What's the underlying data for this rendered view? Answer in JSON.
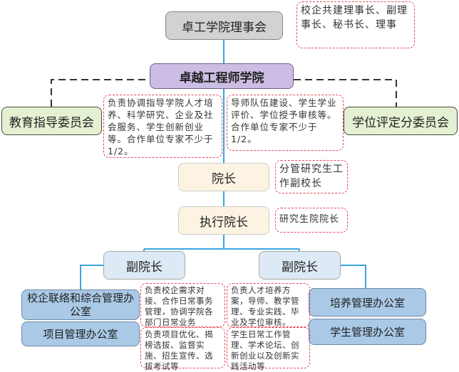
{
  "board": "卓工学院理事会",
  "board_note": "校企共建理事长、副理事长、秘书长、理事",
  "college": "卓越工程师学院",
  "left_committee": "教育指导委员会",
  "left_committee_note": "负责协调指导学院人才培养、科学研究、企业及社会服务、学生创新创业等。合作单位专家不少于1/2。",
  "right_committee": "学位评定分委员会",
  "right_committee_note": "导师队伍建设、学生学业评价、学位授予审核等。合作单位专家不少于1/2。",
  "dean": "院长",
  "dean_note": "分管研究生工作副校长",
  "exec_dean": "执行院长",
  "exec_dean_note": "研究生院院长",
  "vice_dean_left": "副院长",
  "vice_dean_right": "副院长",
  "offices": [
    {
      "name": "校企联络和综合管理办公室",
      "note": "负责校企需求对接、合作日常事务管理，协调学院各部门日常业务"
    },
    {
      "name": "项目管理办公室",
      "note": "负责项目优化、揭榜选拔、监督实施、招生宣传、选拔考试等"
    },
    {
      "name": "培养管理办公室",
      "note": "负责人才培养方案，导师、教学管理、专业实践、毕业及学位审核。"
    },
    {
      "name": "学生管理办公室",
      "note": "学生日常工作管理、学术论坛、创新创业以及创新实践活动等"
    }
  ],
  "colors": {
    "line": "#3aa6dd",
    "note_border": "#e8485a"
  }
}
